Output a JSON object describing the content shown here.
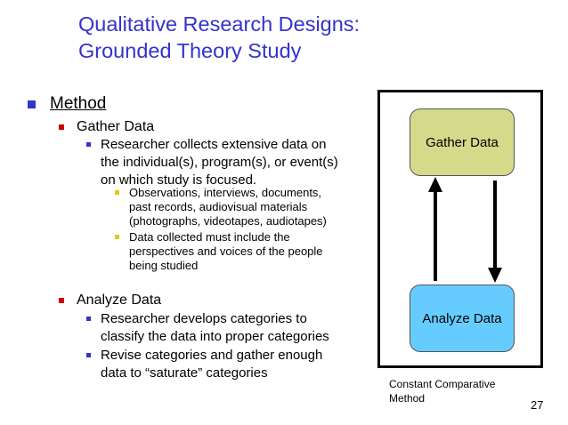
{
  "title": {
    "line1": "Qualitative Research  Designs:",
    "line2": "Grounded Theory Study"
  },
  "outline": {
    "heading": "Method",
    "gather": {
      "label": "Gather Data",
      "point": [
        "Researcher collects extensive data on",
        "the individual(s), program(s), or event(s)",
        "on which study is focused."
      ],
      "sub": [
        [
          "Observations, interviews, documents,",
          "past records, audiovisual materials",
          "(photographs, videotapes, audiotapes)"
        ],
        [
          "Data collected must include the",
          "perspectives and voices of the people",
          "being studied"
        ]
      ]
    },
    "analyze": {
      "label": "Analyze Data",
      "points": [
        [
          "Researcher develops categories to",
          "classify the data into proper categories"
        ],
        [
          "Revise categories and gather enough",
          "data to “saturate” categories"
        ]
      ]
    }
  },
  "diagram": {
    "node_top": "Gather Data",
    "node_bottom": "Analyze Data",
    "caption": [
      "Constant Comparative",
      "Method"
    ],
    "colors": {
      "node_top_fill": "#d4da8a",
      "node_bottom_fill": "#66ccff",
      "arrow": "#000000"
    }
  },
  "page_number": "27",
  "colors": {
    "title": "#3333cc",
    "bullet_level1": "#3333cc",
    "bullet_level2": "#cc0000",
    "bullet_level3": "#3333cc",
    "bullet_level4": "#e6c800"
  }
}
